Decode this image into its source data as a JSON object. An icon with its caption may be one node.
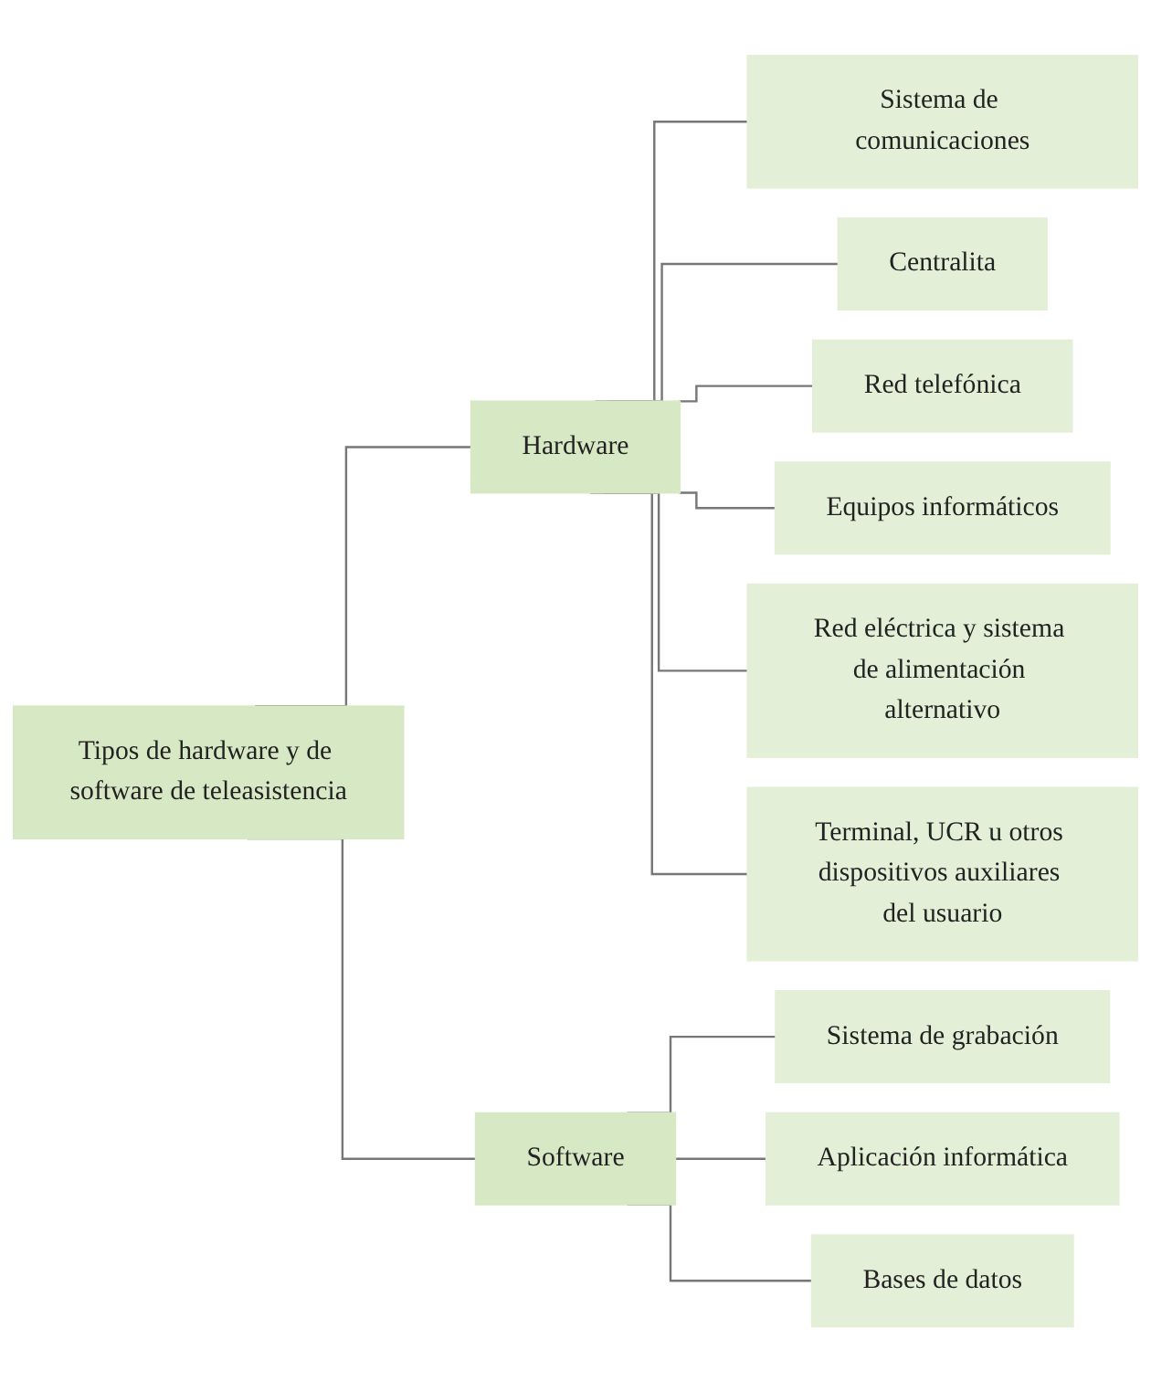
{
  "diagram": {
    "nodes": [
      {
        "text": [
          "Tipos de hardware y de software de teleasistencia"
        ]
      },
      {
        "text": [
          "Hardware"
        ]
      },
      {
        "text": [
          "Software"
        ]
      },
      {
        "text": [
          "Sistema de comunicaciones"
        ]
      },
      {
        "text": [
          "Centralita"
        ]
      },
      {
        "text": [
          "Red telefónica"
        ]
      },
      {
        "text": [
          "Equipos informáticos"
        ]
      },
      {
        "text": [
          "Red eléctrica y sistema de alimentación alternativo"
        ]
      },
      {
        "text": [
          "Terminal, UCR u otros dispositivos auxiliares del usuario"
        ]
      },
      {
        "text": [
          "Sistema de grabación"
        ]
      },
      {
        "text": [
          "Aplicación informática"
        ]
      },
      {
        "text": [
          "Bases de datos"
        ]
      }
    ],
    "edges": [
      {
        "from": 0,
        "to": 1,
        "arrow": "none"
      },
      {
        "from": 0,
        "to": 2,
        "arrow": "none"
      },
      {
        "from": 1,
        "to": 3,
        "arrow": "none"
      },
      {
        "from": 1,
        "to": 4,
        "arrow": "none"
      },
      {
        "from": 1,
        "to": 5,
        "arrow": "none"
      },
      {
        "from": 1,
        "to": 6,
        "arrow": "none"
      },
      {
        "from": 1,
        "to": 7,
        "arrow": "none"
      },
      {
        "from": 1,
        "to": 8,
        "arrow": "none"
      },
      {
        "from": 2,
        "to": 9,
        "arrow": "none"
      },
      {
        "from": 2,
        "to": 10,
        "arrow": "none"
      },
      {
        "from": 2,
        "to": 11,
        "arrow": "none"
      }
    ]
  }
}
